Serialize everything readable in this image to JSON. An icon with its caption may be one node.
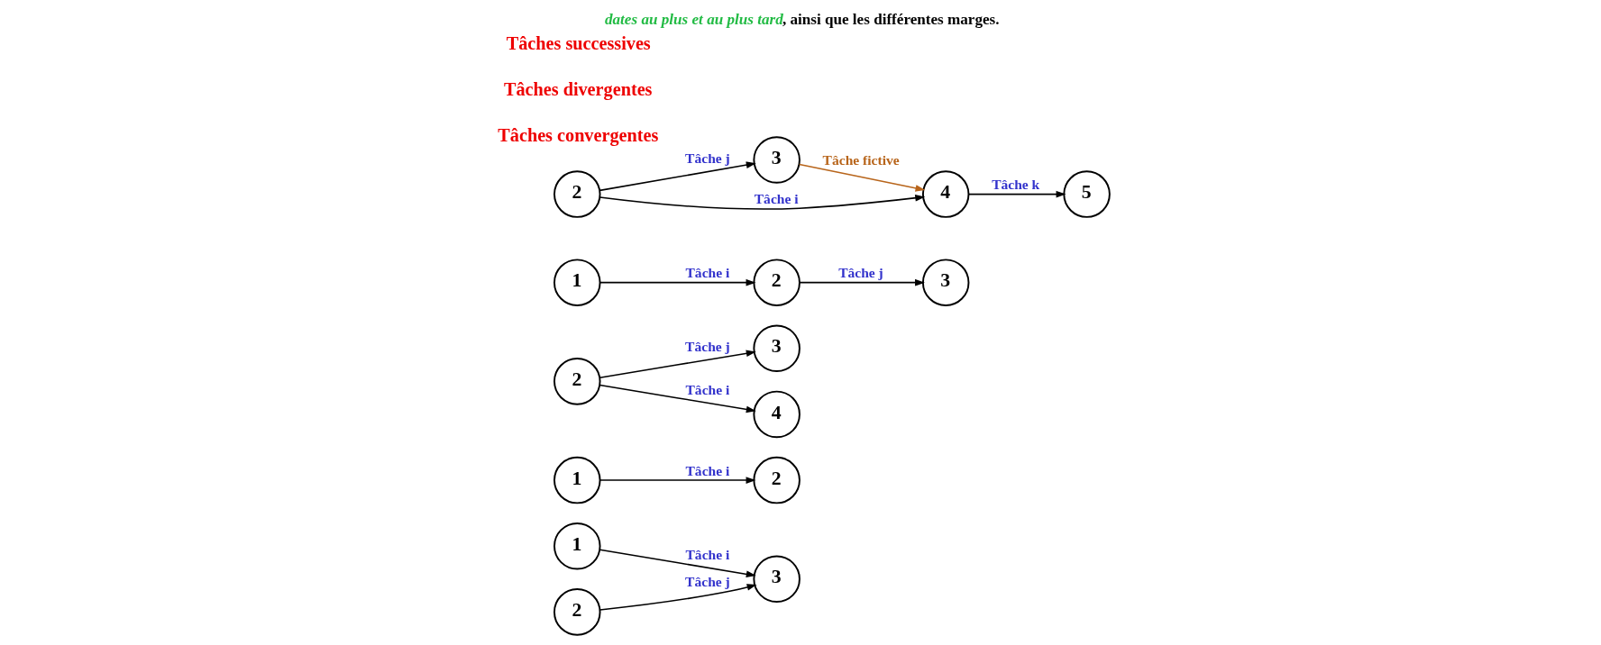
{
  "diagram": {
    "title": "*dates au plus et au plus tard*, ainsi que les différentes marges.",
    "nodes": [
      {
        "text": [
          "1"
        ]
      },
      {
        "text": [
          "2"
        ]
      },
      {
        "text": [
          "3"
        ]
      },
      {
        "text": [
          "1"
        ]
      },
      {
        "text": [
          "2"
        ]
      },
      {
        "text": [
          "2"
        ]
      },
      {
        "text": [
          "3"
        ]
      },
      {
        "text": [
          "4"
        ]
      },
      {
        "text": [
          "1"
        ]
      },
      {
        "text": [
          "2"
        ]
      },
      {
        "text": [
          "3"
        ]
      },
      {
        "text": [
          "2"
        ]
      },
      {
        "text": [
          "3"
        ]
      },
      {
        "text": [
          "4"
        ]
      },
      {
        "text": [
          "5"
        ]
      }
    ],
    "edges": [
      {
        "from": 0,
        "to": 2,
        "arrow": "to",
        "label": "Tâche i"
      },
      {
        "from": 1,
        "to": 2,
        "arrow": "to",
        "label": "Tâche j"
      },
      {
        "from": 3,
        "to": 4,
        "arrow": "to",
        "label": "Tâche i"
      },
      {
        "from": 5,
        "to": 6,
        "arrow": "to",
        "label": "Tâche j"
      },
      {
        "from": 5,
        "to": 7,
        "arrow": "to",
        "label": "Tâche i"
      },
      {
        "from": 8,
        "to": 9,
        "arrow": "to",
        "label": "Tâche i"
      },
      {
        "from": 9,
        "to": 10,
        "arrow": "to",
        "label": "Tâche j"
      },
      {
        "from": 11,
        "to": 12,
        "arrow": "to",
        "label": "Tâche j"
      },
      {
        "from": 11,
        "to": 13,
        "arrow": "to",
        "label": "Tâche i"
      },
      {
        "from": 12,
        "to": 13,
        "arrow": "to",
        "label": "Tâche fictive",
        "color": "#b8651b"
      },
      {
        "from": 13,
        "to": 14,
        "arrow": "to",
        "label": "Tâche k"
      }
    ],
    "labels": [
      "Tâches convergentes",
      "Tâches divergentes",
      "Tâches successives"
    ]
  }
}
